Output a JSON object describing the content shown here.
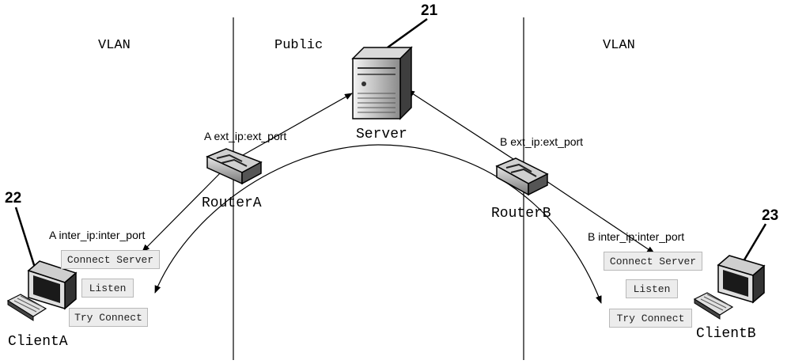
{
  "zones": {
    "left": "VLAN",
    "center": "Public",
    "right": "VLAN"
  },
  "server": {
    "label": "Server",
    "ref": "21"
  },
  "router_a": {
    "label": "RouterA",
    "address": "A ext_ip:ext_port"
  },
  "router_b": {
    "label": "RouterB",
    "address": "B ext_ip:ext_port"
  },
  "client_a": {
    "label": "ClientA",
    "ref": "22",
    "address": "A inter_ip:inter_port",
    "steps": [
      "Connect Server",
      "Listen",
      "Try Connect"
    ]
  },
  "client_b": {
    "label": "ClientB",
    "ref": "23",
    "address": "B inter_ip:inter_port",
    "steps": [
      "Connect Server",
      "Listen",
      "Try Connect"
    ]
  }
}
